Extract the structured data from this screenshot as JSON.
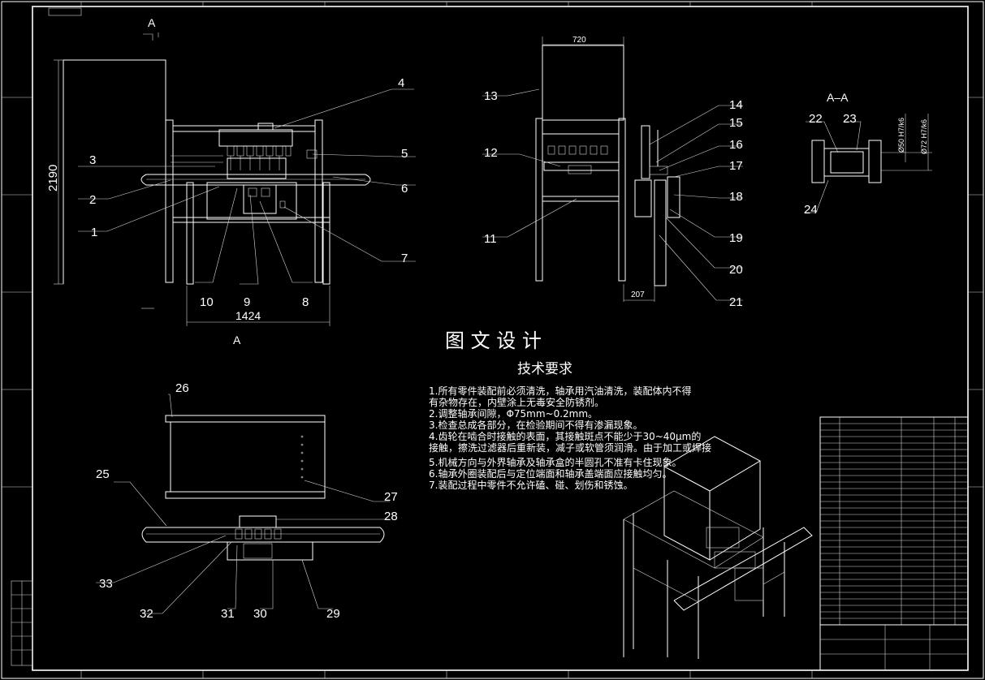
{
  "header": {
    "view_label_top": "A",
    "view_label_bottom": "A",
    "section_label": "A–A",
    "watermark": "图 文 设 计"
  },
  "dimensions": {
    "height_2190": "2190",
    "width_1424": "1424",
    "width_720": "720",
    "width_207": "207"
  },
  "fits": {
    "fit_1": "Ø50 H7/k6",
    "fit_2": "Ø72 H7/k6"
  },
  "balloons": [
    "1",
    "2",
    "3",
    "4",
    "5",
    "6",
    "7",
    "8",
    "9",
    "10",
    "11",
    "12",
    "13",
    "14",
    "15",
    "16",
    "17",
    "18",
    "19",
    "20",
    "21",
    "22",
    "23",
    "24",
    "25",
    "26",
    "27",
    "28",
    "29",
    "30",
    "31",
    "32",
    "33"
  ],
  "tech_requirements": {
    "title": "技术要求",
    "items": [
      "1.所有零件装配前必须清洗，轴承用汽油清洗，装配体内不得",
      "有杂物存在，内壁涂上无毒安全防锈剂。",
      "2.调整轴承间隙，Φ75mm~0.2mm。",
      "3.检查总成各部分，在检验期间不得有渗漏现象。",
      "4.齿轮在啮合时接触的表面，其接触斑点不能少于30~40μm的",
      "接触，擦洗过滤器后重新装，减子或软管须润滑。由于加工或焊接",
      "5.机械方向与外界轴承及轴承盒的半圆孔不准有卡住现象。",
      "6.轴承外圈装配后与定位端面和轴承盖端面应接触均匀。",
      "7.装配过程中零件不允许磕、碰、划伤和锈蚀。"
    ]
  },
  "colors": {
    "background": "#000000",
    "linework": "#ffffff"
  }
}
